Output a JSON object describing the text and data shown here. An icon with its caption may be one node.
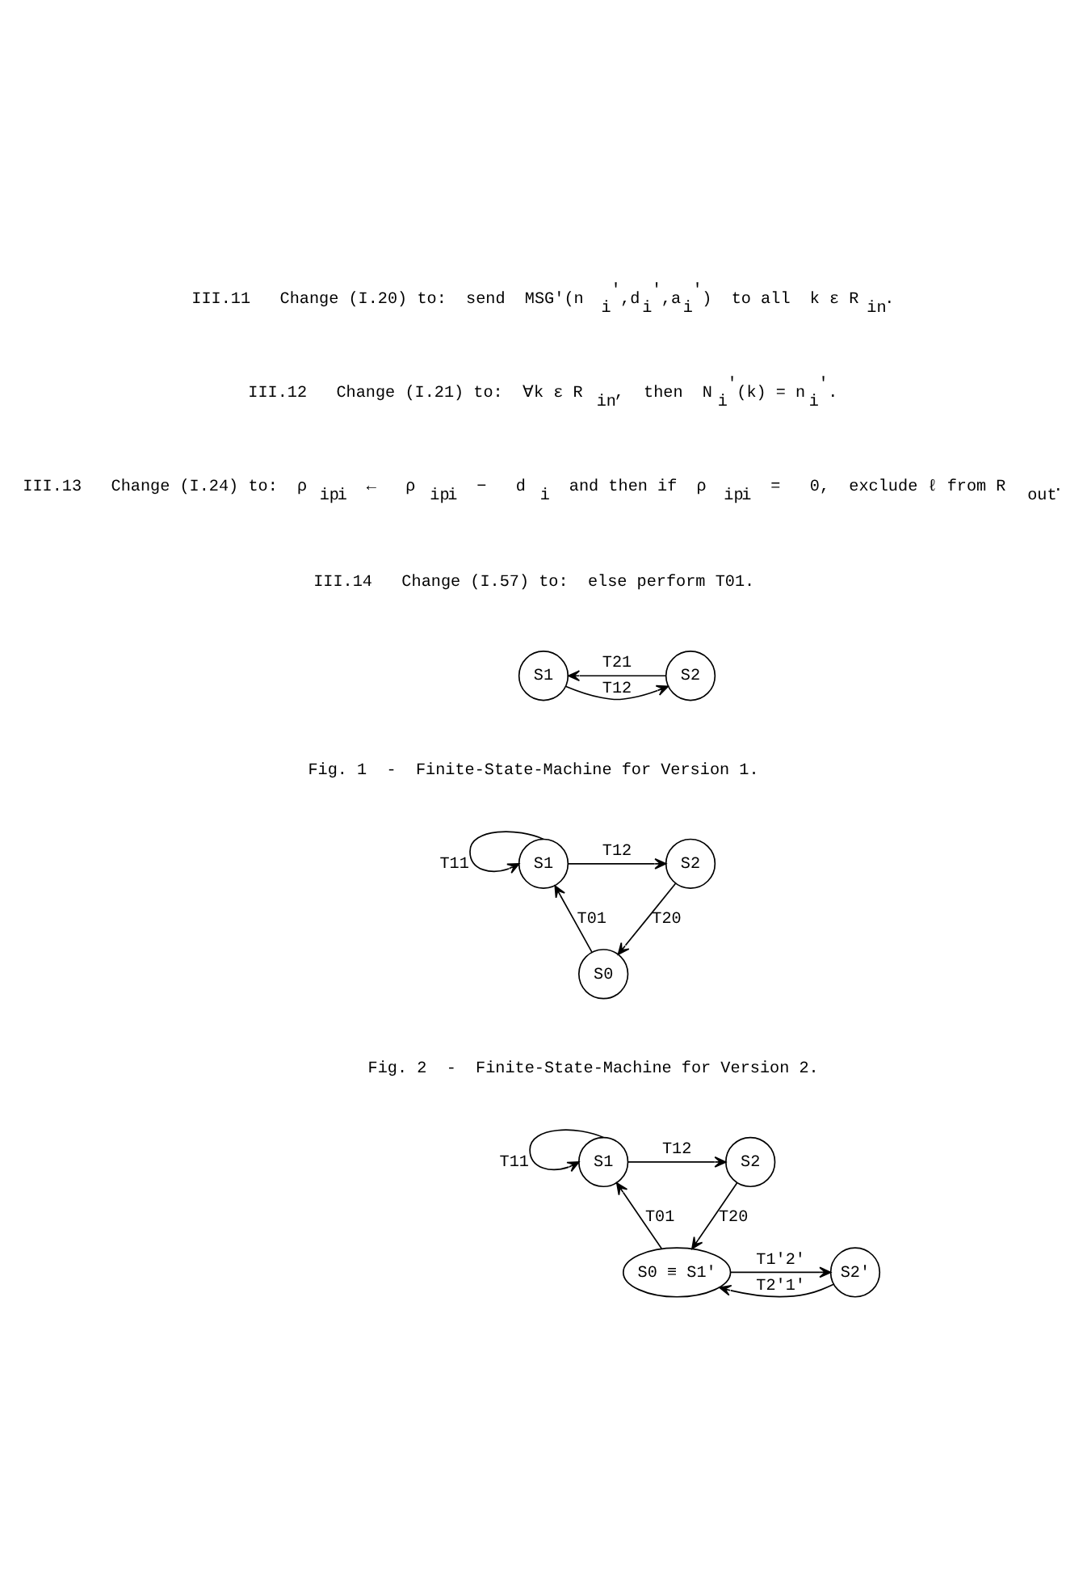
{
  "diagram": {
    "nodes": [
      {
        "text": [
          "S1"
        ]
      },
      {
        "text": [
          "S2"
        ]
      },
      {
        "text": [
          "S1"
        ]
      },
      {
        "text": [
          "S2"
        ]
      },
      {
        "text": [
          "S0"
        ]
      },
      {
        "text": [
          "S1"
        ]
      },
      {
        "text": [
          "S2"
        ]
      },
      {
        "text": [
          "S0 ≡ S1'"
        ]
      },
      {
        "text": [
          "S2'"
        ]
      }
    ],
    "edges": [
      {
        "from": 1,
        "to": 0,
        "arrow": "to",
        "label": "T21"
      },
      {
        "from": 0,
        "to": 1,
        "arrow": "to",
        "label": "T12"
      },
      {
        "from": 2,
        "to": 2,
        "arrow": "to",
        "label": "T11"
      },
      {
        "from": 2,
        "to": 3,
        "arrow": "to",
        "label": "T12"
      },
      {
        "from": 3,
        "to": 4,
        "arrow": "to",
        "label": "T20"
      },
      {
        "from": 4,
        "to": 2,
        "arrow": "to",
        "label": "T01"
      },
      {
        "from": 5,
        "to": 5,
        "arrow": "to",
        "label": "T11"
      },
      {
        "from": 5,
        "to": 6,
        "arrow": "to",
        "label": "T12"
      },
      {
        "from": 6,
        "to": 7,
        "arrow": "to",
        "label": "T20"
      },
      {
        "from": 7,
        "to": 5,
        "arrow": "to",
        "label": "T01"
      },
      {
        "from": 7,
        "to": 8,
        "arrow": "to",
        "label": "T1'2'"
      },
      {
        "from": 8,
        "to": 7,
        "arrow": "to",
        "label": "T2'1'"
      }
    ],
    "labels": [
      "III.11   Change (I.20) to:  send  MSG'(n$_{i}$$^{'}$,d$_{i}$$^{'}$,a$_{i}$$^{'}$)  to all  k ε R$_{in}$.",
      "III.12   Change (I.21) to:  ∀k ε R$_{in}$,  then  N$_{i}$$^{'}$(k) = n$_{i}$$^{'}$.",
      "III.13   Change (I.24) to:  ρ$_{ip}$$_{i}$   ←   ρ$_{ip}$$_{i}$   −   d$_{i}$   and then if  ρ$_{ip}$$_{i}$   =   0,  exclude ℓ from R$_{out}$.",
      "III.14   Change (I.57) to:  else perform T01.",
      "Fig. 1  -  Finite-State-Machine for Version 1.",
      "Fig. 2  -  Finite-State-Machine for Version 2."
    ]
  }
}
